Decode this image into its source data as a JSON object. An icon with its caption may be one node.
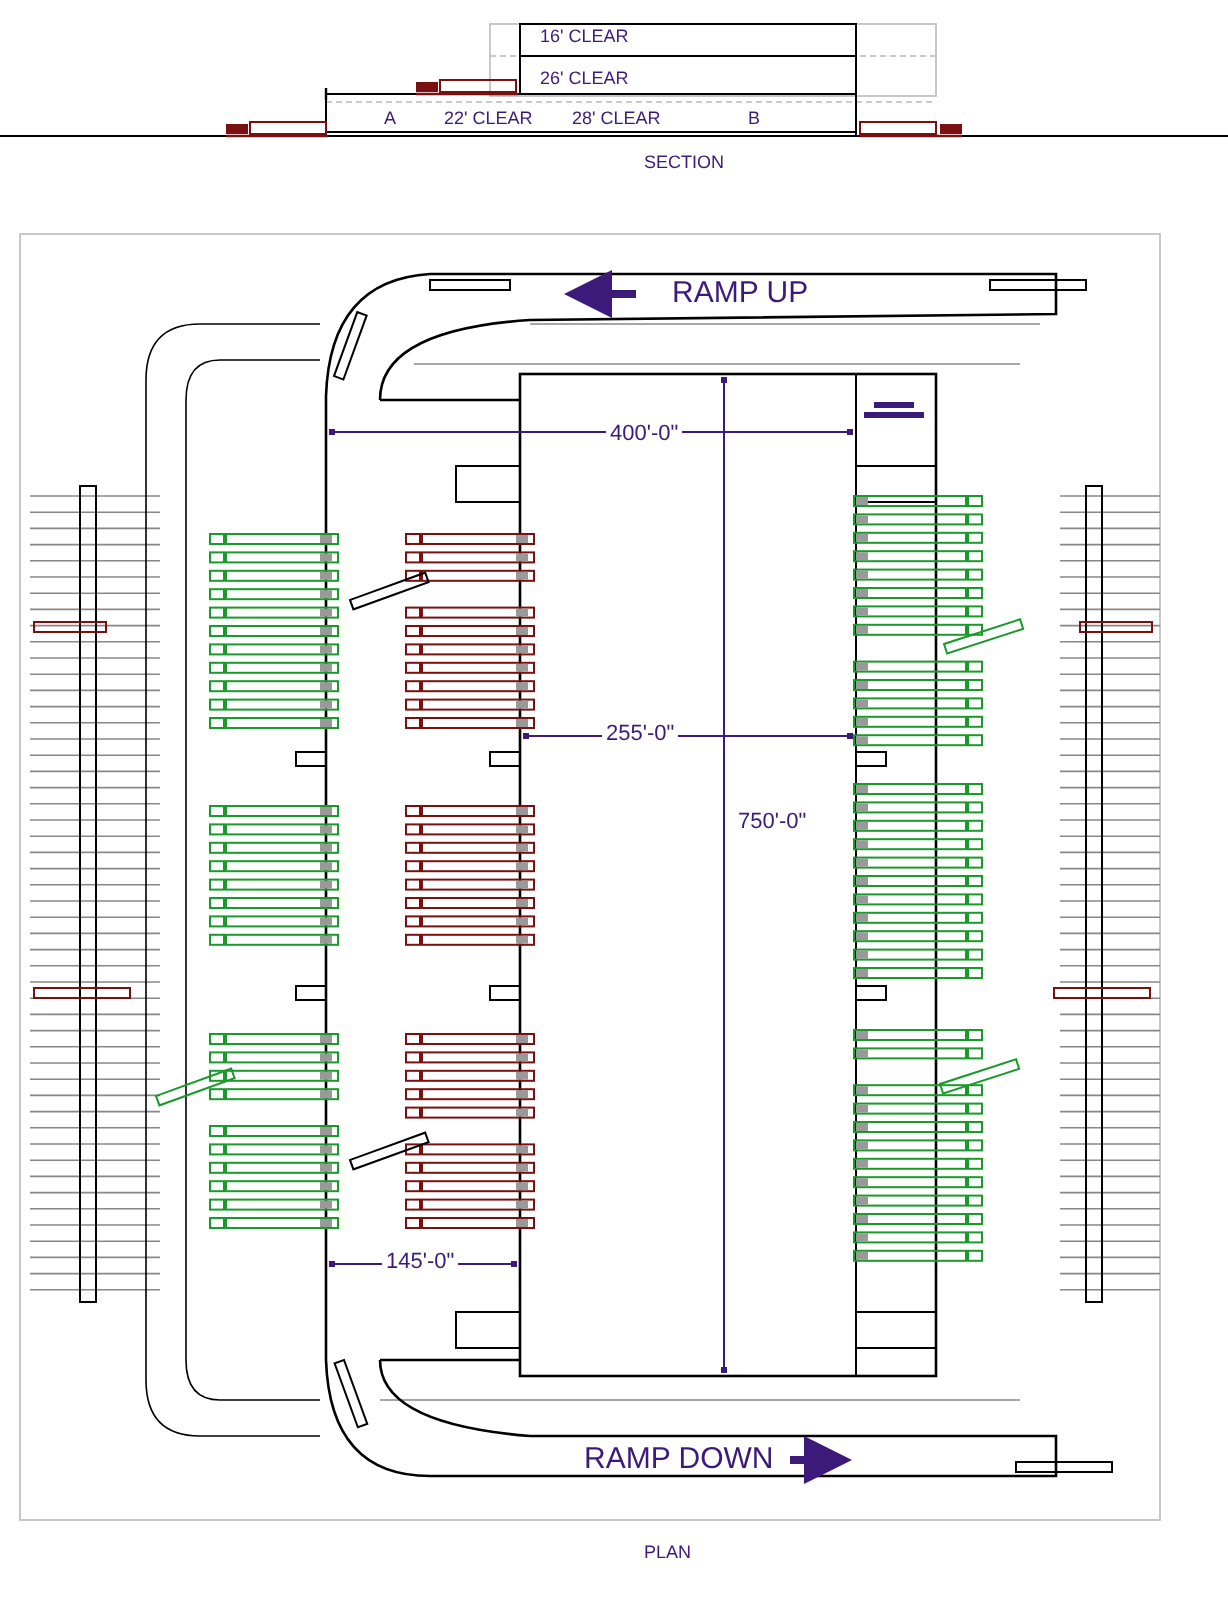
{
  "diagram": {
    "labels": [
      "16' CLEAR",
      "26' CLEAR",
      "A",
      "22' CLEAR",
      "28' CLEAR",
      "B",
      "SECTION",
      "RAMP UP",
      "400'-0\"",
      "255'-0\"",
      "750'-0\"",
      "145'-0\"",
      "RAMP DOWN",
      "PLAN"
    ]
  }
}
